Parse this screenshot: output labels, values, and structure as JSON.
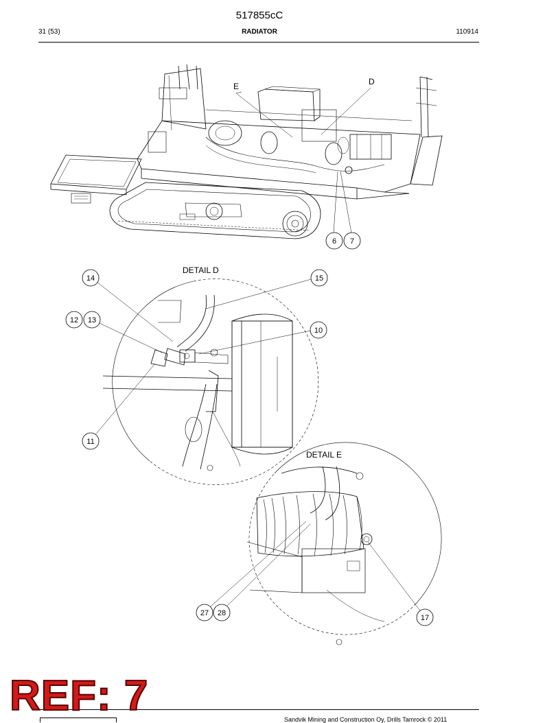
{
  "header": {
    "doc_id": "517855cC",
    "page": "31 (53)",
    "section": "RADIATOR",
    "date": "110914"
  },
  "labels": {
    "detail_d": "DETAIL D",
    "detail_e": "DETAIL E",
    "ref_e": "E",
    "ref_d": "D"
  },
  "callouts": [
    "6",
    "7",
    "14",
    "15",
    "12",
    "13",
    "10",
    "11",
    "27",
    "28",
    "17"
  ],
  "footer": {
    "text": "Sandvik Mining and Construction Oy, Drills Tamrock © 2011"
  },
  "stamp": {
    "text": "REF: 7"
  }
}
